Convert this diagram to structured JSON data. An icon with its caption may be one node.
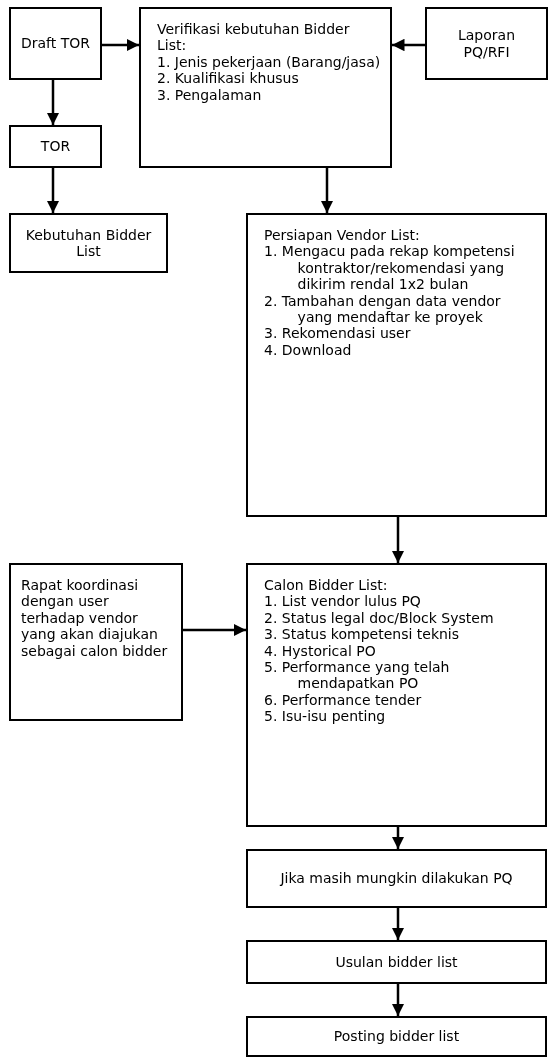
{
  "diagram": {
    "nodes": [
      {
        "text": [
          "Draft TOR"
        ]
      },
      {
        "text": [
          "Verifikasi kebutuhan Bidder List:",
          "1. Jenis pekerjaan (Barang/jasa)",
          "2. Kualifikasi khusus",
          "3. Pengalaman"
        ]
      },
      {
        "text": [
          "Laporan PQ/RFI"
        ]
      },
      {
        "text": [
          "TOR"
        ]
      },
      {
        "text": [
          "Kebutuhan Bidder List"
        ]
      },
      {
        "text": [
          "Persiapan Vendor List:",
          "1. Mengacu pada rekap kompetensi kontraktor/rekomendasi yang dikirim rendal 1x2 bulan",
          "2. Tambahan dengan data vendor yang mendaftar ke proyek",
          "3. Rekomendasi user",
          "4. Download"
        ]
      },
      {
        "text": [
          "Rapat koordinasi dengan user terhadap vendor yang akan diajukan sebagai calon bidder"
        ]
      },
      {
        "text": [
          "Calon Bidder List:",
          "1. List vendor lulus PQ",
          "2. Status legal doc/Block System",
          "3. Status kompetensi teknis",
          "4. Hystorical PO",
          "5. Performance yang telah mendapatkan PO",
          "6. Performance tender",
          "5. Isu-isu penting"
        ]
      },
      {
        "text": [
          "Jika masih mungkin dilakukan PQ"
        ]
      },
      {
        "text": [
          "Usulan bidder list"
        ]
      },
      {
        "text": [
          "Posting bidder list"
        ]
      }
    ],
    "edges": [
      {
        "from": 0,
        "to": 1,
        "arrow": "to"
      },
      {
        "from": 2,
        "to": 1,
        "arrow": "to"
      },
      {
        "from": 0,
        "to": 3,
        "arrow": "to"
      },
      {
        "from": 3,
        "to": 4,
        "arrow": "to"
      },
      {
        "from": 1,
        "to": 5,
        "arrow": "to"
      },
      {
        "from": 5,
        "to": 7,
        "arrow": "to"
      },
      {
        "from": 6,
        "to": 7,
        "arrow": "to"
      },
      {
        "from": 7,
        "to": 8,
        "arrow": "to"
      },
      {
        "from": 8,
        "to": 9,
        "arrow": "to"
      },
      {
        "from": 9,
        "to": 10,
        "arrow": "to"
      }
    ]
  }
}
